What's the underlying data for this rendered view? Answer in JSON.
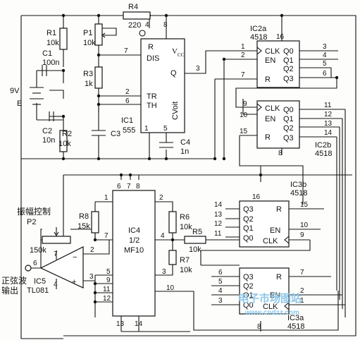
{
  "components": {
    "R4": {
      "ref": "R4",
      "value": "220"
    },
    "R1": {
      "ref": "R1",
      "value": "10k"
    },
    "P1": {
      "ref": "P1",
      "value": "10k"
    },
    "R3": {
      "ref": "R3",
      "value": "1k"
    },
    "C1": {
      "ref": "C1",
      "value": "100n"
    },
    "C2": {
      "ref": "C2",
      "value": "10n"
    },
    "R2": {
      "ref": "R2",
      "value": "10k"
    },
    "C3": {
      "ref": "C3"
    },
    "C4": {
      "ref": "C4",
      "value": "1n"
    },
    "battery": {
      "voltage": "9V",
      "ref": "E"
    },
    "R8": {
      "ref": "R8",
      "value": "15k"
    },
    "P2": {
      "ref": "P2",
      "value": "150k",
      "title": "振幅控制"
    },
    "R6": {
      "ref": "R6",
      "value": "10k"
    },
    "R5": {
      "ref": "R5",
      "value": "10k"
    },
    "R7": {
      "ref": "R7",
      "value": "10k"
    }
  },
  "ic1": {
    "name": "IC1",
    "part": "555",
    "pin_R": "R",
    "pin_vcc": "V",
    "pin_vcc_sub": "CC",
    "pin_dis": "DIS",
    "pin_q": "Q",
    "pin_tr": "TR",
    "pin_th": "TH",
    "cvolt": "CVoit"
  },
  "ic2a": {
    "name": "IC2a",
    "part": "4518",
    "clk": "CLK",
    "en": "EN",
    "r": "R",
    "outs": [
      "Q0",
      "Q1",
      "Q2",
      "Q3"
    ]
  },
  "ic2b": {
    "name": "IC2b",
    "part": "4518",
    "clk": "CLK",
    "en": "EN",
    "r": "R",
    "outs": [
      "Q0",
      "Q1",
      "Q2",
      "Q3"
    ]
  },
  "ic3b": {
    "name": "IC3b",
    "part": "4518",
    "ins": [
      "Q3",
      "Q2",
      "Q1",
      "Q0"
    ],
    "r": "R",
    "en": "EN",
    "clk": "CLK"
  },
  "ic3a": {
    "name": "IC3a",
    "part": "4518",
    "ins": [
      "Q3",
      "Q2",
      "Q1",
      "Q0"
    ],
    "r": "R",
    "en": "EN",
    "clk": "CLK"
  },
  "ic4": {
    "name": "IC4",
    "sub": "1/2",
    "part": "MF10"
  },
  "ic5": {
    "name": "IC5",
    "part": "TL081",
    "minus": "−",
    "plus": "+"
  },
  "output": {
    "label_line1": "正弦波",
    "label_line2": "输出"
  },
  "watermark": {
    "line1": "电子市场图站",
    "line2": "www.cndzz.com"
  },
  "pins": {
    "ic1": {
      "vcc": "8",
      "r": "4",
      "dis": "7",
      "q": "3",
      "tr": "2",
      "th": "6",
      "gnd": "1",
      "cv": "5"
    },
    "ic2a": {
      "clk": "1",
      "en": "2",
      "r": "7",
      "q0": "3",
      "q1": "4",
      "q2": "5",
      "q3": "6",
      "vdd": "16"
    },
    "ic2b": {
      "clk": "9",
      "en": "10",
      "r": "15",
      "q0": "11",
      "q1": "12",
      "q2": "13",
      "q3": "14",
      "gnd": "8"
    },
    "ic3b": {
      "q3": "14",
      "q2": "13",
      "q1": "12",
      "q0": "11",
      "r": "15",
      "en": "10",
      "clk": "9",
      "vdd": "16"
    },
    "ic3a": {
      "q3": "6",
      "q2": "5",
      "q1": "4",
      "q0": "3",
      "r": "7",
      "en": "2",
      "clk": "1",
      "gnd": "8"
    },
    "ic4": {
      "p1": "1",
      "p2": "2",
      "p3": "3",
      "p4": "4",
      "p5": "5",
      "p6": "6",
      "p7": "7",
      "p8": "8",
      "p9": "9",
      "p10": "10",
      "p11": "11",
      "p12": "12",
      "p13": "13",
      "p14": "14"
    },
    "ic5": {
      "out": "6",
      "inv": "2",
      "noninv": "3",
      "vcc": "7",
      "vee": "4"
    }
  }
}
